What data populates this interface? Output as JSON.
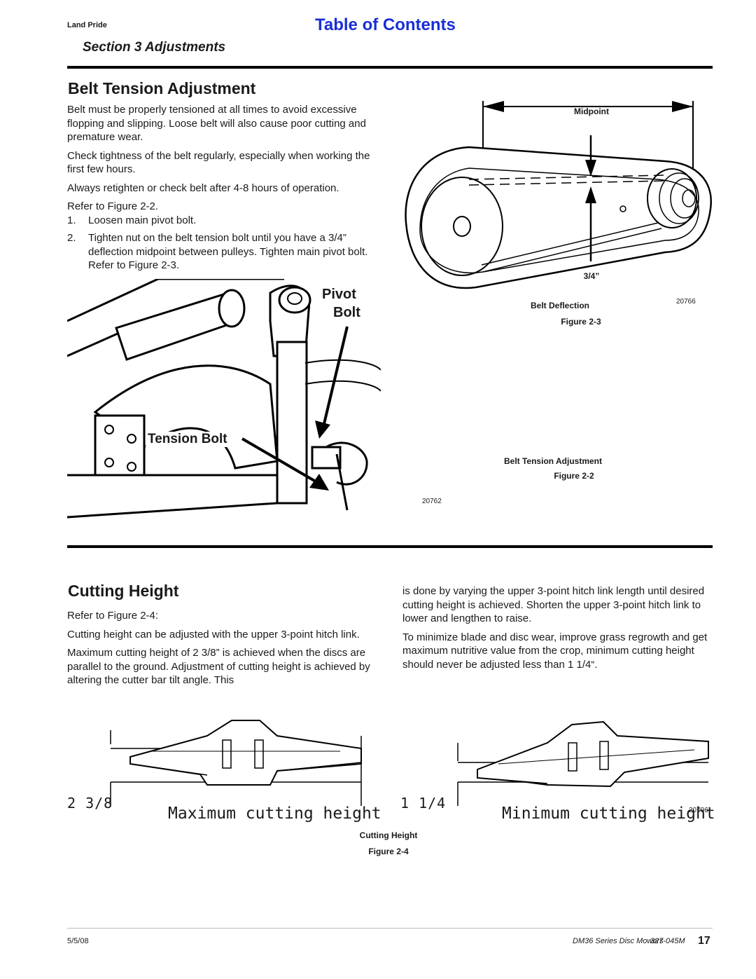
{
  "header": {
    "brand": "Land Pride",
    "toc_link": "Table of Contents",
    "section": "Section 3 Adjustments"
  },
  "belt": {
    "title": "Belt Tension Adjustment",
    "p1": "Belt must be properly tensioned at all times to avoid excessive flopping and slipping. Loose belt will also cause poor cutting and premature wear.",
    "p2": "Check tightness of the belt regularly, especially when working the first few hours.",
    "p3": "Always retighten or check belt after 4-8 hours of operation.",
    "refer": "Refer to Figure 2-2.",
    "steps": [
      {
        "num": "1.",
        "text": "Loosen main pivot bolt."
      },
      {
        "num": "2.",
        "text": "Tighten nut on the belt tension bolt until you have a 3/4” deflection midpoint between pulleys. Tighten main pivot bolt. Refer to Figure 2-3."
      }
    ]
  },
  "figure_2_3": {
    "midpoint_label": "Midpoint",
    "deflection_value": "3/4”",
    "caption_title": "Belt Deflection",
    "caption_fig": "Figure 2-3",
    "image_number": "20766"
  },
  "figure_2_2": {
    "pivot_label_1": "Pivot",
    "pivot_label_2": "Bolt",
    "tension_label": "Tension Bolt",
    "caption_title": "Belt Tension Adjustment",
    "caption_fig": "Figure 2-2",
    "image_number": "20762"
  },
  "cutting": {
    "title": "Cutting Height",
    "refer": "Refer to Figure 2-4:",
    "p1": "Cutting height can be adjusted with the upper 3-point hitch link.",
    "p2": "Maximum cutting height of 2 3/8” is achieved when the discs are parallel to the ground. Adjustment of cutting height is achieved by altering the cutter bar tilt angle. This",
    "p3": "is done by varying the upper 3-point hitch link length until desired cutting height is achieved. Shorten the upper 3-point hitch link to lower and lengthen to raise.",
    "p4": "To minimize blade and disc wear, improve grass regrowth and get maximum nutritive value from the crop, minimum cutting height should never be adjusted less than 1 1/4“."
  },
  "figure_2_4": {
    "max_value": "2 3/8",
    "max_label": "Maximum cutting height",
    "min_value": "1 1/4",
    "min_label": "Minimum cutting height",
    "image_number": "20796",
    "caption_title": "Cutting Height",
    "caption_fig": "Figure 2-4"
  },
  "footer": {
    "date": "5/5/08",
    "doc_title": "DM36 Series Disc Mowers",
    "doc_number": "327-045M",
    "page_number": "17"
  }
}
